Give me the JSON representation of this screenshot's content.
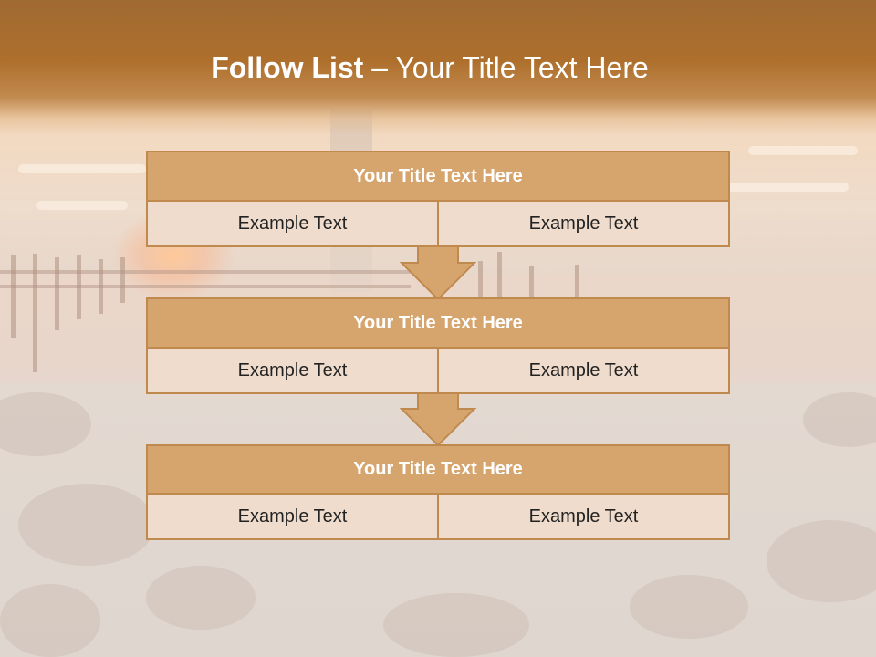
{
  "slide": {
    "title_bold": "Follow List",
    "title_rest": " – Your Title Text Here"
  },
  "diagram": {
    "blocks": [
      {
        "title": "Your Title Text Here",
        "cells": [
          "Example Text",
          "Example Text"
        ]
      },
      {
        "title": "Your Title Text Here",
        "cells": [
          "Example Text",
          "Example Text"
        ]
      },
      {
        "title": "Your Title Text Here",
        "cells": [
          "Example Text",
          "Example Text"
        ]
      }
    ]
  },
  "colors": {
    "header": "#ae6f2c",
    "block_title_fill": "#d6a56e",
    "cell_fill": "#efdccc",
    "border": "#c08a4e",
    "arrow_fill": "#d6a56e"
  }
}
